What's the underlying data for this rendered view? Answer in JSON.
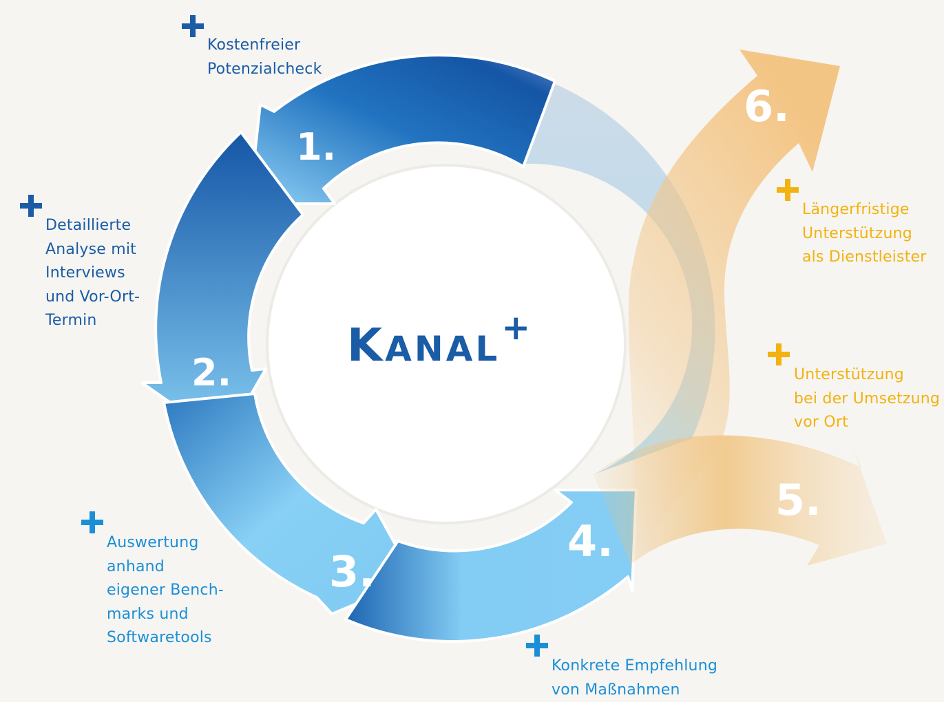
{
  "brand": {
    "first": "K",
    "rest": "ANAL",
    "sup": "+"
  },
  "steps": [
    {
      "number": "1.",
      "label": "Kostenfreier\nPotenzialcheck"
    },
    {
      "number": "2.",
      "label": "Detaillierte\nAnalyse mit\nInterviews\nund Vor-Ort-\nTermin"
    },
    {
      "number": "3.",
      "label": "Auswertung\nanhand\neigener Bench-\nmarks und\nSoftwaretools"
    },
    {
      "number": "4.",
      "label": "Konkrete Empfehlung\nvon Maßnahmen"
    },
    {
      "number": "5.",
      "label": "Unterstützung\nbei der Umsetzung\nvor Ort"
    },
    {
      "number": "6.",
      "label": "Längerfristige\nUnterstützung\nals Dienstleister"
    }
  ],
  "colors": {
    "dark_blue": "#1a5ca6",
    "light_blue": "#1b8fd6",
    "orange": "#f2b20f",
    "background": "#f6f5f2"
  }
}
